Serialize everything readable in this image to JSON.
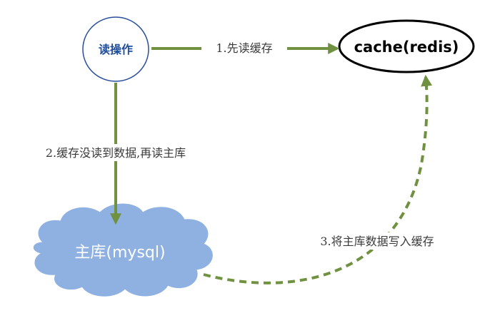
{
  "nodes": {
    "read_op": {
      "label": "读操作"
    },
    "cache": {
      "label": "cache(redis)"
    },
    "db": {
      "label": "主库(mysql)"
    }
  },
  "edges": {
    "read_cache": {
      "label": "1.先读缓存"
    },
    "read_db": {
      "label": "2.缓存没读到数据,再读主库"
    },
    "write_cache": {
      "label": "3.将主库数据写入缓存"
    }
  },
  "colors": {
    "arrow": "#6f9140",
    "read_outline": "#2a4f9e",
    "cloud_fill": "#8fb1e2"
  }
}
